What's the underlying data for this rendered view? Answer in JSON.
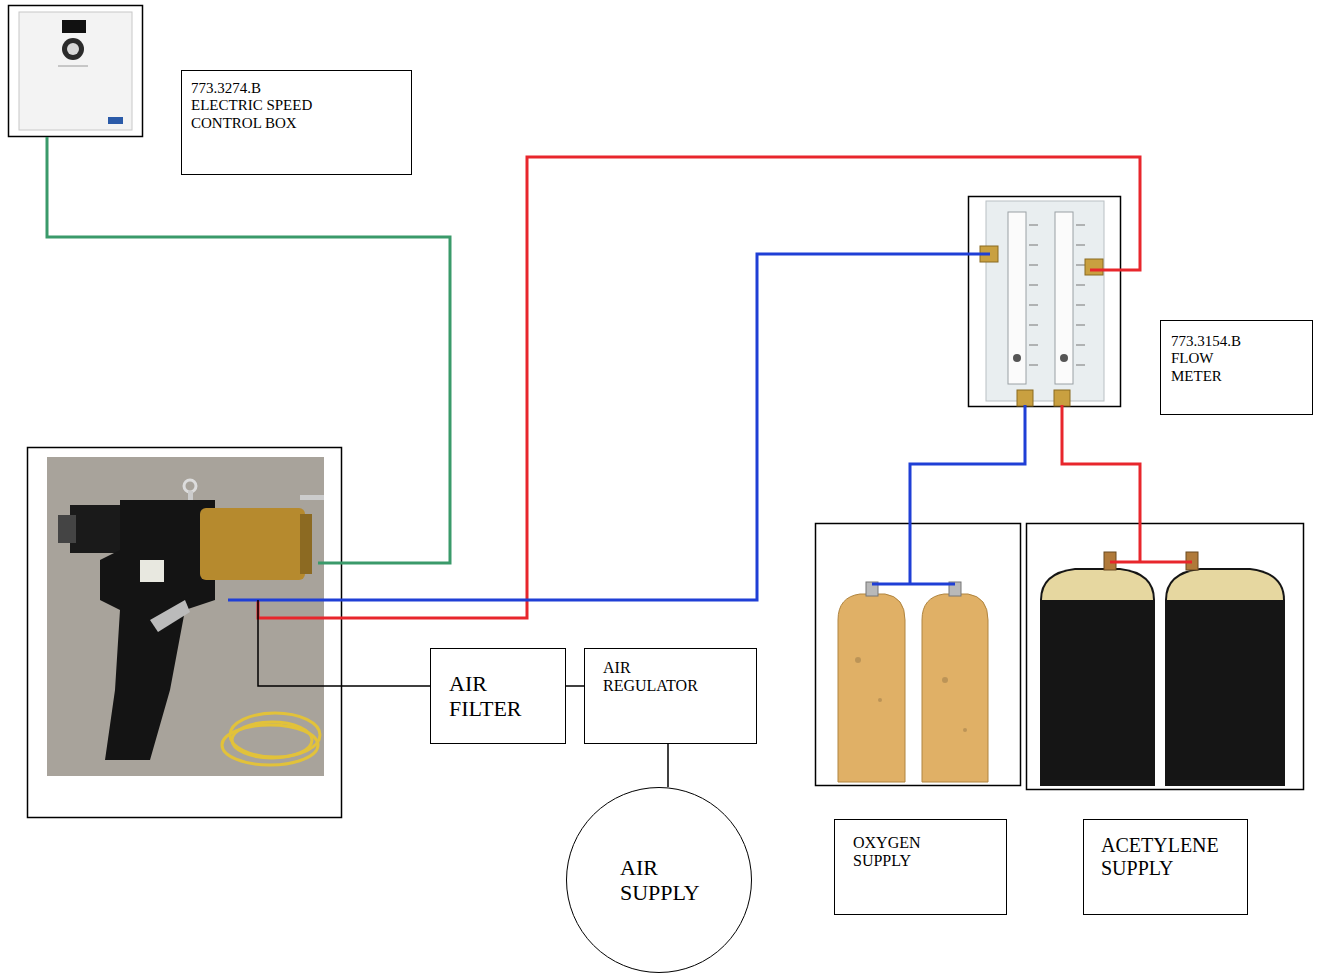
{
  "diagram": {
    "nodes": [
      {
        "text": [
          "773.3274.B",
          "ELECTRIC SPEED CONTROL BOX"
        ]
      },
      {
        "text": [
          "773.3154.B",
          "FLOW METER"
        ]
      },
      {
        "text": [
          "AIR FILTER"
        ]
      },
      {
        "text": [
          "AIR REGULATOR"
        ]
      },
      {
        "text": [
          "AIR SUPPLY"
        ]
      },
      {
        "text": [
          "OXYGEN SUPPLY"
        ]
      },
      {
        "text": [
          "ACETYLENE SUPPLY"
        ]
      }
    ],
    "edges": [
      {
        "from": 2,
        "to": 3,
        "arrow": "none"
      },
      {
        "from": 3,
        "to": 4,
        "arrow": "none"
      }
    ]
  }
}
